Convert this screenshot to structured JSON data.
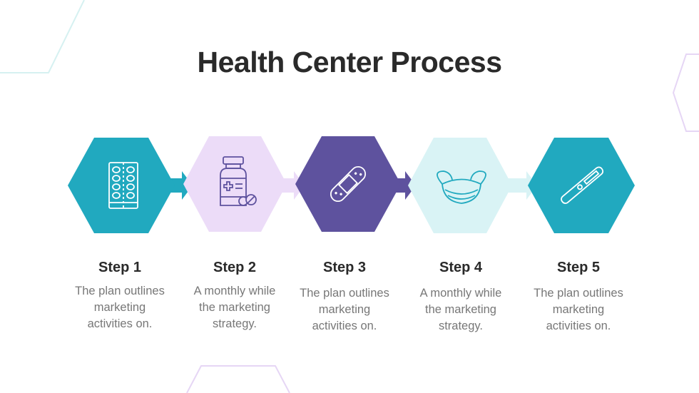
{
  "title": "Health Center Process",
  "colors": {
    "teal": "#21a9bf",
    "lavender": "#ecdcf8",
    "purple": "#5e529e",
    "light_cyan": "#d9f3f5"
  },
  "steps": [
    {
      "label": "Step 1",
      "desc": [
        "The plan outlines",
        "marketing",
        "activities on."
      ],
      "icon": "pill-blister-icon"
    },
    {
      "label": "Step 2",
      "desc": [
        "A monthly  while",
        "the marketing",
        "strategy."
      ],
      "icon": "medicine-bottle-icon"
    },
    {
      "label": "Step 3",
      "desc": [
        "The plan outlines",
        "marketing",
        "activities on."
      ],
      "icon": "bandage-icon"
    },
    {
      "label": "Step 4",
      "desc": [
        "A monthly  while",
        "the marketing",
        "strategy."
      ],
      "icon": "face-mask-icon"
    },
    {
      "label": "Step 5",
      "desc": [
        "The plan outlines",
        "marketing",
        "activities on."
      ],
      "icon": "thermometer-icon"
    }
  ]
}
